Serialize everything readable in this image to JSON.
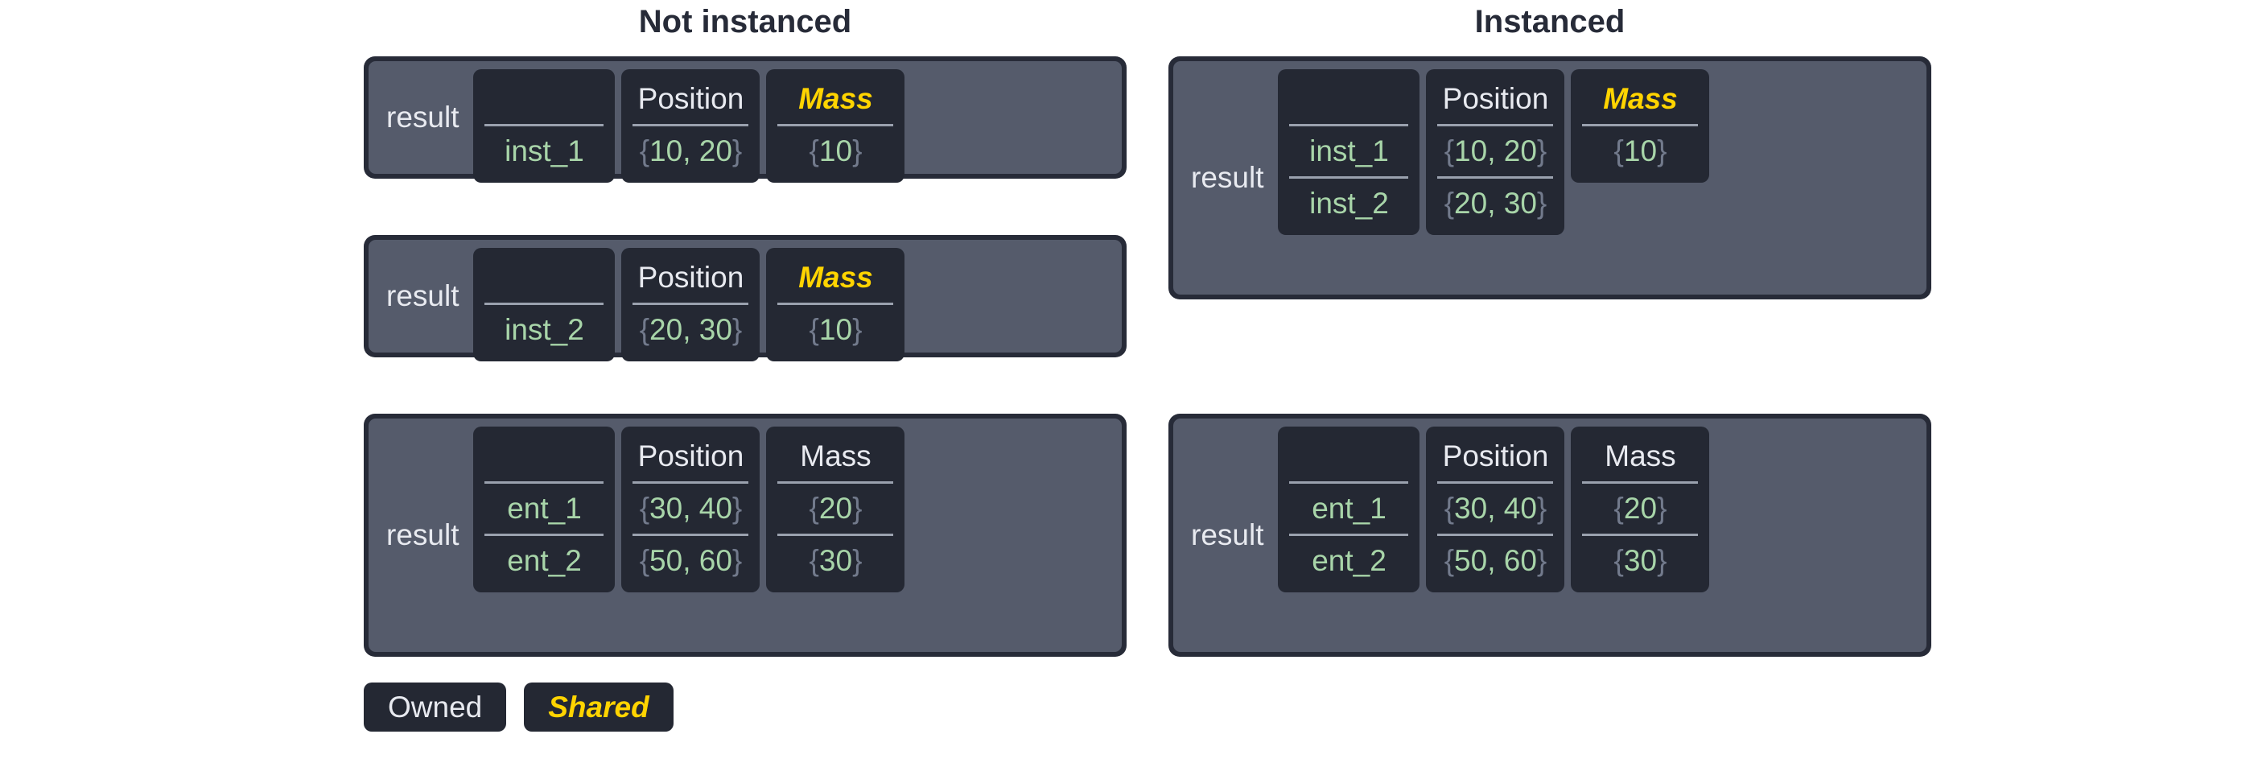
{
  "headings": {
    "left": "Not instanced",
    "right": "Instanced"
  },
  "labels": {
    "result": "result",
    "empty_header": ""
  },
  "columns": {
    "name": "",
    "position": "Position",
    "mass": "Mass"
  },
  "legend": {
    "owned": "Owned",
    "shared": "Shared"
  },
  "colors": {
    "frame": "#272b38",
    "panel": "#555b6b",
    "card": "#242833",
    "value_green": "#a8d5a9",
    "brace_gray": "#727a8c",
    "shared_yellow": "#ffd400",
    "text_light": "#e8eaf0",
    "divider": "#9aa1ae",
    "heading": "#272b38",
    "background": "#ffffff"
  },
  "tables": {
    "not_instanced": [
      {
        "label": "result",
        "headers": {
          "name": "",
          "position": "Position",
          "mass": "Mass"
        },
        "mass_shared": true,
        "rows": [
          {
            "name": "inst_1",
            "position": "{10, 20}",
            "pos_open": "{",
            "pos_val": "10, 20",
            "pos_close": "}",
            "mass": "{10}",
            "mass_open": "{",
            "mass_val": "10",
            "mass_close": "}"
          }
        ]
      },
      {
        "label": "result",
        "headers": {
          "name": "",
          "position": "Position",
          "mass": "Mass"
        },
        "mass_shared": true,
        "rows": [
          {
            "name": "inst_2",
            "position": "{20, 30}",
            "pos_open": "{",
            "pos_val": "20, 30",
            "pos_close": "}",
            "mass": "{10}",
            "mass_open": "{",
            "mass_val": "10",
            "mass_close": "}"
          }
        ]
      },
      {
        "label": "result",
        "headers": {
          "name": "",
          "position": "Position",
          "mass": "Mass"
        },
        "mass_shared": false,
        "rows": [
          {
            "name": "ent_1",
            "position": "{30, 40}",
            "pos_open": "{",
            "pos_val": "30, 40",
            "pos_close": "}",
            "mass": "{20}",
            "mass_open": "{",
            "mass_val": "20",
            "mass_close": "}"
          },
          {
            "name": "ent_2",
            "position": "{50, 60}",
            "pos_open": "{",
            "pos_val": "50, 60",
            "pos_close": "}",
            "mass": "{30}",
            "mass_open": "{",
            "mass_val": "30",
            "mass_close": "}"
          }
        ]
      }
    ],
    "instanced": [
      {
        "label": "result",
        "headers": {
          "name": "",
          "position": "Position",
          "mass": "Mass"
        },
        "mass_shared": true,
        "mass_rows": 1,
        "rows": [
          {
            "name": "inst_1",
            "position": "{10, 20}",
            "pos_open": "{",
            "pos_val": "10, 20",
            "pos_close": "}",
            "mass": "{10}",
            "mass_open": "{",
            "mass_val": "10",
            "mass_close": "}"
          },
          {
            "name": "inst_2",
            "position": "{20, 30}",
            "pos_open": "{",
            "pos_val": "20, 30",
            "pos_close": "}",
            "mass": "",
            "mass_open": "",
            "mass_val": "",
            "mass_close": ""
          }
        ]
      },
      {
        "label": "result",
        "headers": {
          "name": "",
          "position": "Position",
          "mass": "Mass"
        },
        "mass_shared": false,
        "mass_rows": 2,
        "rows": [
          {
            "name": "ent_1",
            "position": "{30, 40}",
            "pos_open": "{",
            "pos_val": "30, 40",
            "pos_close": "}",
            "mass": "{20}",
            "mass_open": "{",
            "mass_val": "20",
            "mass_close": "}"
          },
          {
            "name": "ent_2",
            "position": "{50, 60}",
            "pos_open": "{",
            "pos_val": "50, 60",
            "pos_close": "}",
            "mass": "{30}",
            "mass_open": "{",
            "mass_val": "30",
            "mass_close": "}"
          }
        ]
      }
    ]
  }
}
